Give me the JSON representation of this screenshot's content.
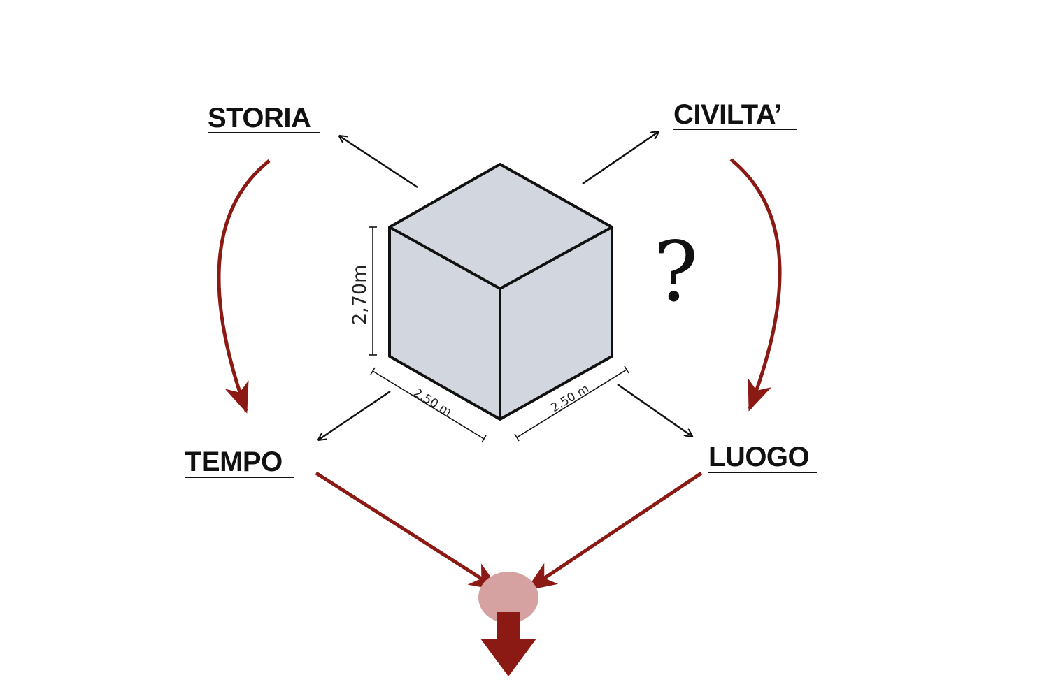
{
  "labels": {
    "storia": "STORIA",
    "civilta": "CIVILTA’",
    "tempo": "TEMPO",
    "luogo": "LUOGO",
    "question": "?"
  },
  "cube": {
    "height_label": "2,70m",
    "width_left_label": "2,50 m",
    "width_right_label": "2,50 m"
  },
  "colors": {
    "cube_fill": "#d2d6de",
    "dark_red": "#8b1a14",
    "circle": "#d5a1a1",
    "ink": "#111111"
  }
}
